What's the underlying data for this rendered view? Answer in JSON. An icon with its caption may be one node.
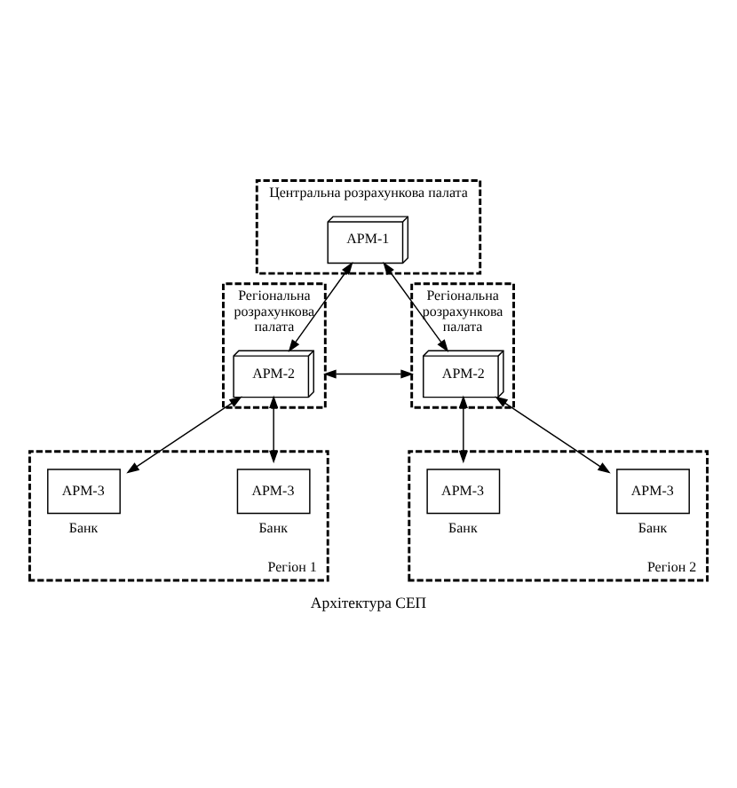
{
  "diagram": {
    "caption": "Архітектура СЕП",
    "nodes": [
      {
        "text": [
          "Центральна розрахункова палата"
        ]
      },
      {
        "text": [
          "АРМ-1"
        ],
        "in": 0
      },
      {
        "text": [
          "Регіональна розрахункова палата"
        ]
      },
      {
        "text": [
          "АРМ-2"
        ],
        "in": 2
      },
      {
        "text": [
          "Регіональна розрахункова палата"
        ]
      },
      {
        "text": [
          "АРМ-2"
        ],
        "in": 4
      },
      {
        "text": [
          "Регіон 1"
        ]
      },
      {
        "text": [
          "АРМ-3"
        ],
        "in": 6,
        "beside": [
          "Банк"
        ]
      },
      {
        "text": [
          "АРМ-3"
        ],
        "in": 6,
        "beside": [
          "Банк"
        ]
      },
      {
        "text": [
          "Регіон 2"
        ]
      },
      {
        "text": [
          "АРМ-3"
        ],
        "in": 9,
        "beside": [
          "Банк"
        ]
      },
      {
        "text": [
          "АРМ-3"
        ],
        "in": 9,
        "beside": [
          "Банк"
        ]
      }
    ],
    "edges": [
      {
        "from": 1,
        "to": 3,
        "arrow": "both"
      },
      {
        "from": 1,
        "to": 5,
        "arrow": "both"
      },
      {
        "from": 2,
        "to": 4,
        "arrow": "both"
      },
      {
        "from": 3,
        "to": 7,
        "arrow": "both"
      },
      {
        "from": 3,
        "to": 8,
        "arrow": "both"
      },
      {
        "from": 5,
        "to": 10,
        "arrow": "both"
      },
      {
        "from": 5,
        "to": 11,
        "arrow": "both"
      }
    ]
  }
}
